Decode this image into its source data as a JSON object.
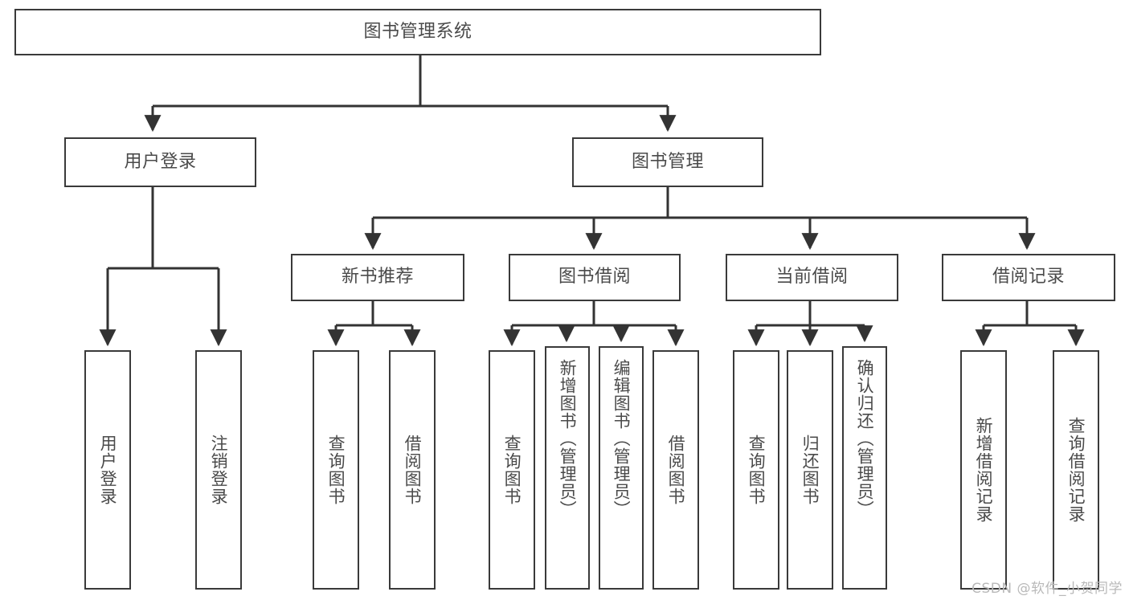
{
  "diagram": {
    "title": "图书管理系统",
    "type": "tree",
    "watermark": "CSDN @软件_小贺同学",
    "colors": {
      "border": "#3a3a3a",
      "text": "#4a4a4a",
      "background": "#ffffff",
      "watermark": "#b9b9b9"
    },
    "nodes": {
      "root": "图书管理系统",
      "user_login": "用户登录",
      "book_manage": "图书管理",
      "user_login_child_1": "用户登录",
      "user_login_child_2": "注销登录",
      "new_book_rec": "新书推荐",
      "new_book_rec_child_1": "查询图书",
      "new_book_rec_child_2": "借阅图书",
      "book_borrow": "图书借阅",
      "book_borrow_child_1": "查询图书",
      "book_borrow_child_2": "新增图书（管理员）",
      "book_borrow_child_3": "编辑图书（管理员）",
      "book_borrow_child_4": "借阅图书",
      "current_borrow": "当前借阅",
      "current_borrow_child_1": "查询图书",
      "current_borrow_child_2": "归还图书",
      "current_borrow_child_3": "确认归还（管理员）",
      "borrow_record": "借阅记录",
      "borrow_record_child_1": "新增借阅记录",
      "borrow_record_child_2": "查询借阅记录"
    }
  }
}
